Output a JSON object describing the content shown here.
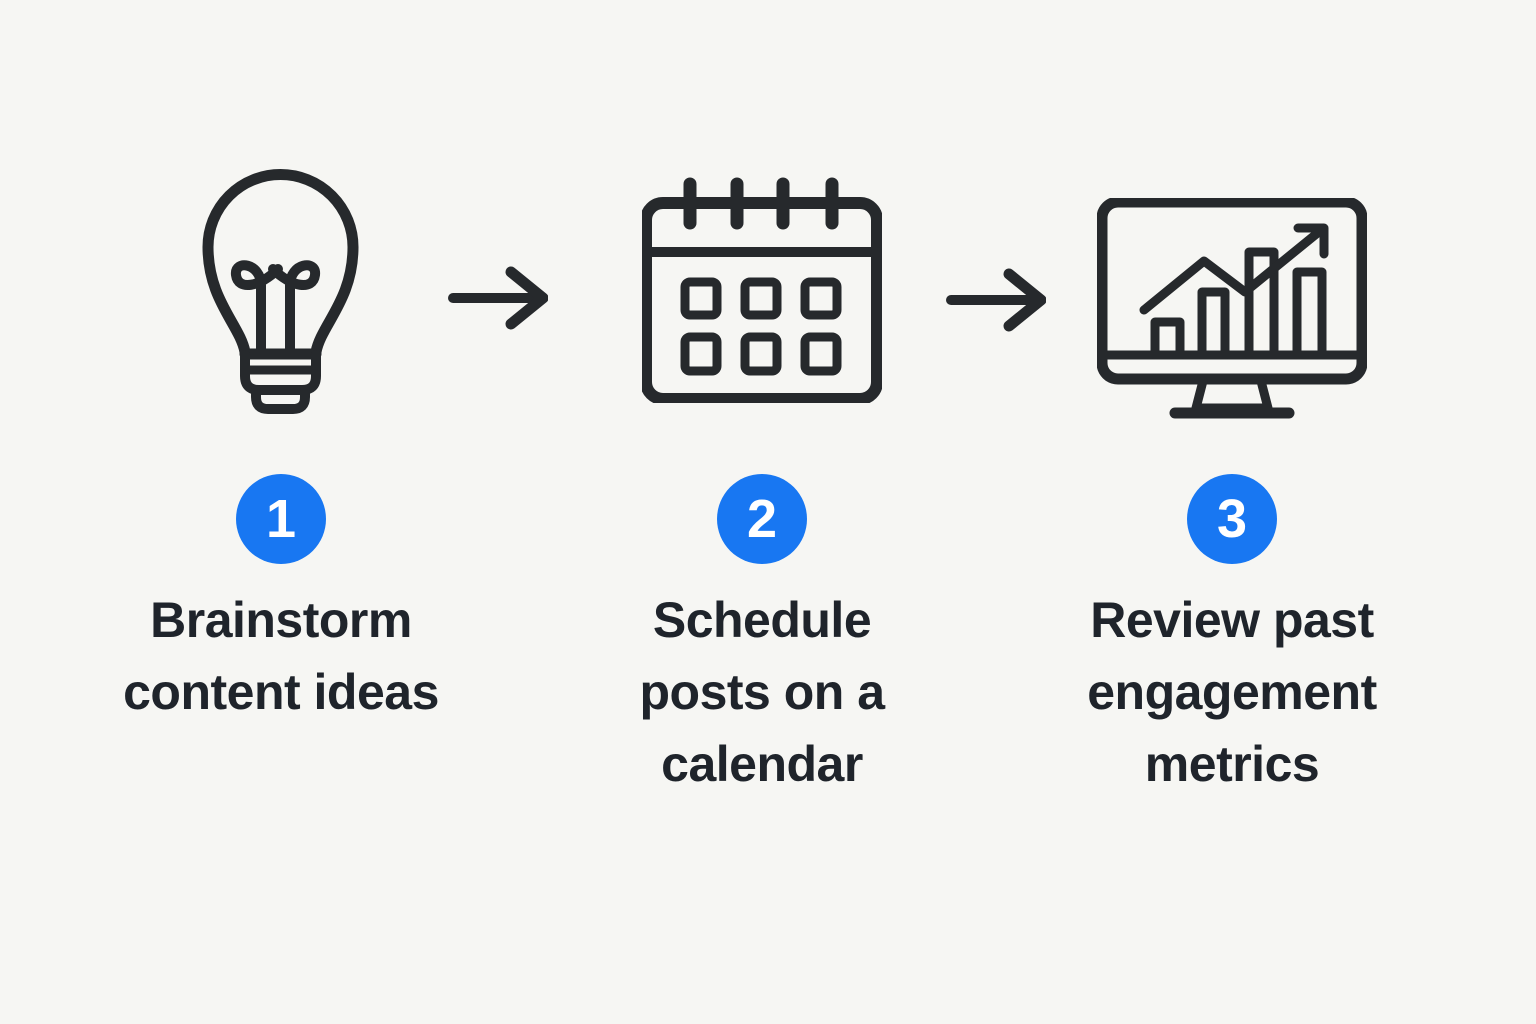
{
  "page": {
    "type": "process-infographic",
    "background": "#f6f6f3"
  },
  "colors": {
    "accent_blue": "#1877f2",
    "icon_ink": "#26292c",
    "text_ink": "#1f242b",
    "badge_text": "#ffffff"
  },
  "steps": [
    {
      "number": "1",
      "icon": "lightbulb-icon",
      "label": "Brainstorm\ncontent ideas"
    },
    {
      "number": "2",
      "icon": "calendar-icon",
      "label": "Schedule\nposts on a\ncalendar"
    },
    {
      "number": "3",
      "icon": "monitor-chart-icon",
      "label": "Review past\nengagement\nmetrics"
    }
  ],
  "arrows": {
    "between_1_2": "right-arrow",
    "between_2_3": "right-arrow"
  }
}
